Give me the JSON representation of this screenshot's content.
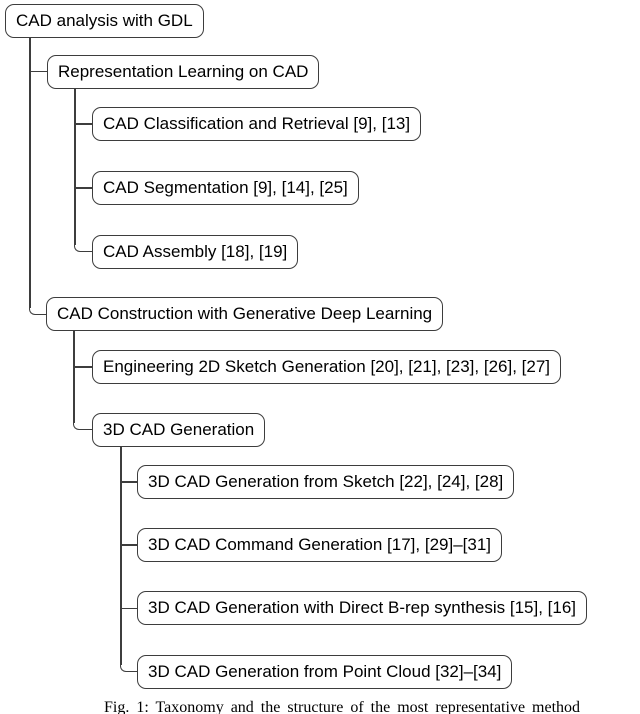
{
  "diagram": {
    "title": "Taxonomy tree of CAD deep-learning methods",
    "colors": {
      "box_border": "#3d3d3d",
      "connector": "#3d3d3d",
      "text": "#000000",
      "background": "#ffffff"
    },
    "nodes": [
      {
        "id": "cad-analysis",
        "level": 0,
        "parent": null,
        "label": "CAD analysis with GDL"
      },
      {
        "id": "representation-learning",
        "level": 1,
        "parent": "cad-analysis",
        "label": "Representation Learning on CAD"
      },
      {
        "id": "classification-retrieval",
        "level": 2,
        "parent": "representation-learning",
        "label": "CAD Classification and Retrieval [9], [13]"
      },
      {
        "id": "segmentation",
        "level": 2,
        "parent": "representation-learning",
        "label": "CAD Segmentation [9], [14], [25]"
      },
      {
        "id": "assembly",
        "level": 2,
        "parent": "representation-learning",
        "label": "CAD Assembly [18], [19]"
      },
      {
        "id": "cad-construction",
        "level": 1,
        "parent": "cad-analysis",
        "label": "CAD Construction with Generative Deep Learning"
      },
      {
        "id": "sketch-generation-2d",
        "level": 2,
        "parent": "cad-construction",
        "label": "Engineering 2D Sketch Generation [20], [21], [23], [26], [27]"
      },
      {
        "id": "cad-generation-3d",
        "level": 2,
        "parent": "cad-construction",
        "label": "3D CAD Generation"
      },
      {
        "id": "generation-from-sketch",
        "level": 3,
        "parent": "cad-generation-3d",
        "label": "3D CAD Generation from Sketch [22], [24], [28]"
      },
      {
        "id": "command-generation",
        "level": 3,
        "parent": "cad-generation-3d",
        "label": "3D CAD Command Generation [17], [29]–[31]"
      },
      {
        "id": "brep-synthesis",
        "level": 3,
        "parent": "cad-generation-3d",
        "label": "3D CAD Generation with Direct B-rep synthesis [15], [16]"
      },
      {
        "id": "generation-from-point-cloud",
        "level": 3,
        "parent": "cad-generation-3d",
        "label": "3D CAD Generation from Point Cloud [32]–[34]"
      }
    ]
  },
  "caption": {
    "text": "Fig. 1: Taxonomy and the structure of the most representative method"
  }
}
